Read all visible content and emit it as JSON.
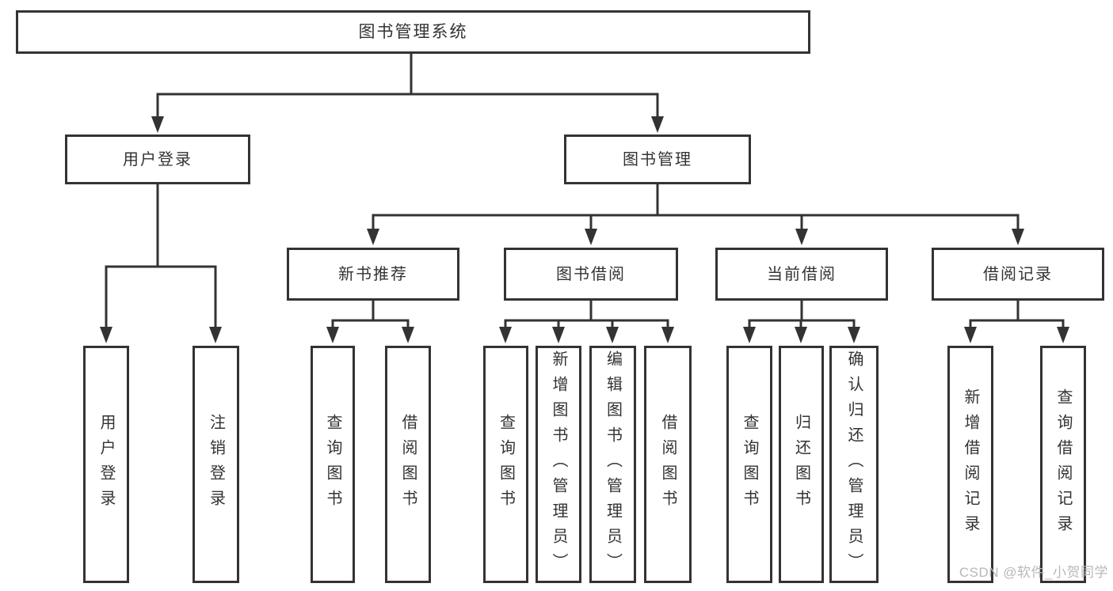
{
  "diagram_type": "hierarchy-tree",
  "colors": {
    "background": "#ffffff",
    "line": "#333333",
    "box_border": "#333333",
    "text": "#333333",
    "watermark": "#b8b8b8"
  },
  "tree": {
    "label": "图书管理系统",
    "children": [
      {
        "label": "用户登录",
        "children": [
          {
            "label": "用户登录"
          },
          {
            "label": "注销登录"
          }
        ]
      },
      {
        "label": "图书管理",
        "children": [
          {
            "label": "新书推荐",
            "children": [
              {
                "label": "查询图书"
              },
              {
                "label": "借阅图书"
              }
            ]
          },
          {
            "label": "图书借阅",
            "children": [
              {
                "label": "查询图书"
              },
              {
                "label": "新增图书（管理员）"
              },
              {
                "label": "编辑图书（管理员）"
              },
              {
                "label": "借阅图书"
              }
            ]
          },
          {
            "label": "当前借阅",
            "children": [
              {
                "label": "查询图书"
              },
              {
                "label": "归还图书"
              },
              {
                "label": "确认归还（管理员）"
              }
            ]
          },
          {
            "label": "借阅记录",
            "children": [
              {
                "label": "新增借阅记录"
              },
              {
                "label": "查询借阅记录"
              }
            ]
          }
        ]
      }
    ]
  },
  "watermark": "CSDN @软件_小贺同学"
}
